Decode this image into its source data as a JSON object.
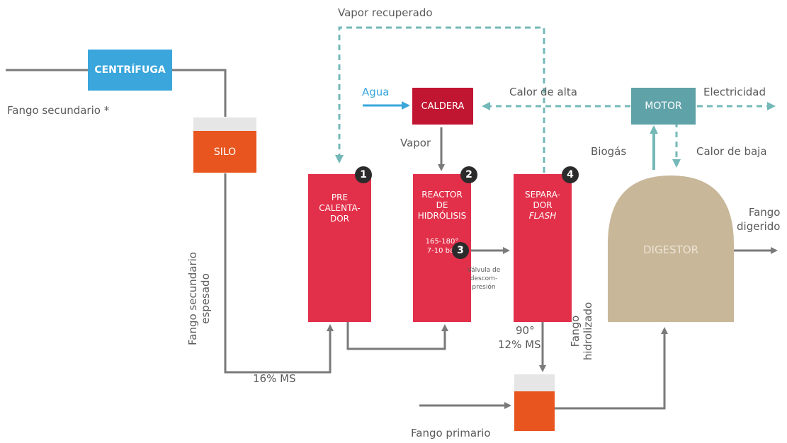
{
  "nodes": {
    "centrifuga": "CENTRÍFUGA",
    "silo": "SILO",
    "caldera": "CALDERA",
    "motor": "MOTOR",
    "precalentador": [
      "PRE",
      "CALENTA-",
      "DOR"
    ],
    "reactor": [
      "REACTOR",
      "DE",
      "HIDRÓLISIS"
    ],
    "reactor_conditions": [
      "165-180°",
      "7-10 bar"
    ],
    "separador": [
      "SEPARA-",
      "DOR",
      "FLASH"
    ],
    "digestor": "DIGESTOR"
  },
  "step_numbers": [
    "1",
    "2",
    "3",
    "4"
  ],
  "labels": {
    "vapor_recuperado": "Vapor recuperado",
    "agua": "Agua",
    "calor_alta": "Calor de alta",
    "electricidad": "Electricidad",
    "fango_secundario": "Fango secundario *",
    "vapor": "Vapor",
    "biogas": "Biogás",
    "calor_baja": "Calor de baja",
    "fango_digerido": [
      "Fango",
      "digerido"
    ],
    "fango_sec_espesado": [
      "Fango secundario",
      "espesado"
    ],
    "ms16": "16% MS",
    "valvula": [
      "Válvula de",
      "descom-",
      "presión"
    ],
    "temp90": "90°",
    "ms12": "12% MS",
    "fango_hidrolizado": [
      "Fango",
      "hidrolizado"
    ],
    "fango_primario": "Fango primario"
  },
  "colors": {
    "blue_box": "#3aa6dc",
    "orange": "#e8551e",
    "red": "#e2304a",
    "dark_red": "#c01632",
    "teal": "#5fa2a8",
    "tan": "#c9b79a",
    "gray_line": "#7a7a7a",
    "dashed_teal": "#74b8b8",
    "agua_blue": "#3aa6dc"
  }
}
